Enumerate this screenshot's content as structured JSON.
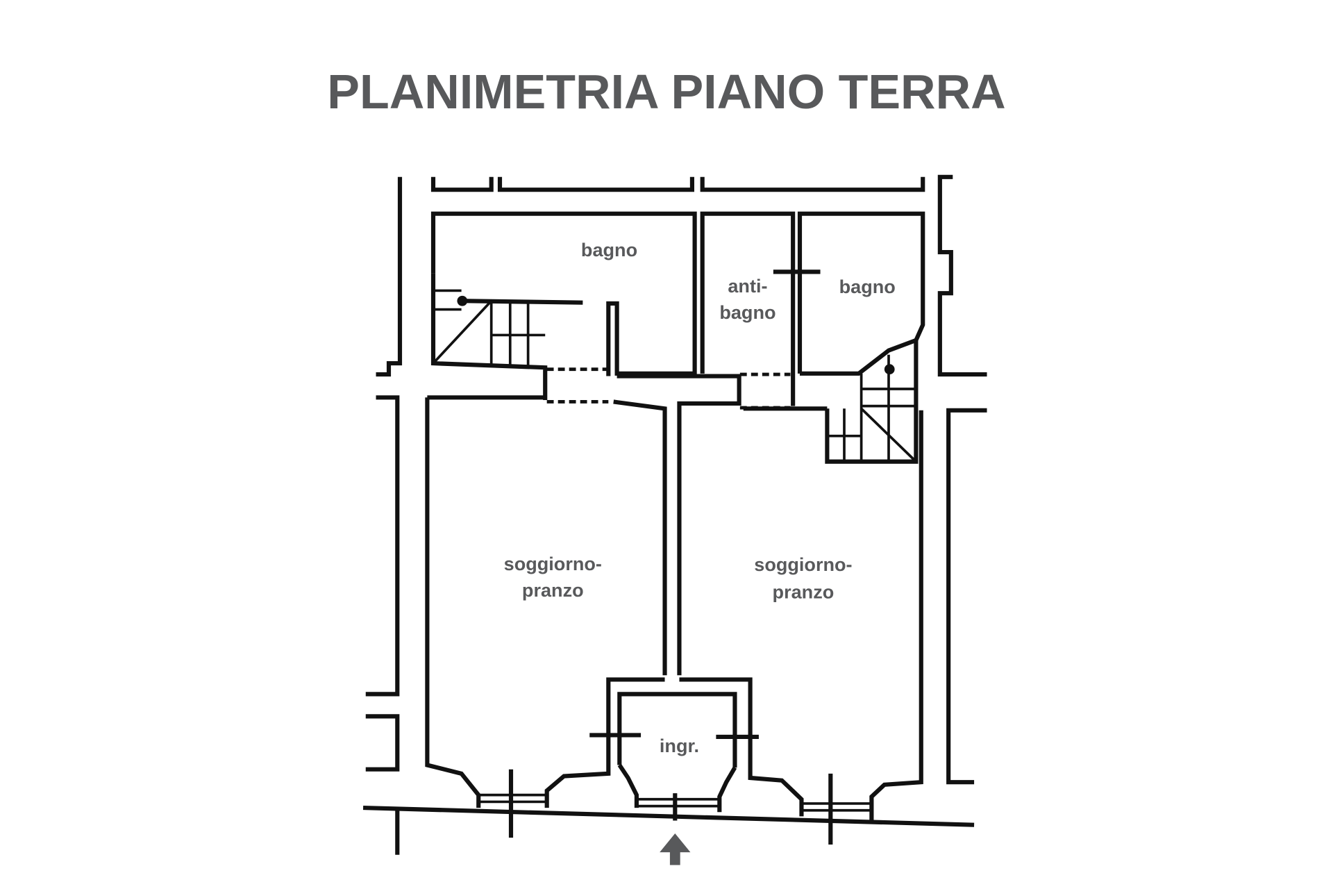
{
  "title": "PLANIMETRIA PIANO TERRA",
  "rooms": {
    "bagno_left": "bagno",
    "antibagno_1": "anti-",
    "antibagno_2": "bagno",
    "bagno_right": "bagno",
    "soggiorno_left_1": "soggiorno-",
    "soggiorno_left_2": "pranzo",
    "soggiorno_right_1": "soggiorno-",
    "soggiorno_right_2": "pranzo",
    "ingresso": "ingr."
  },
  "text_color": "#58595b"
}
